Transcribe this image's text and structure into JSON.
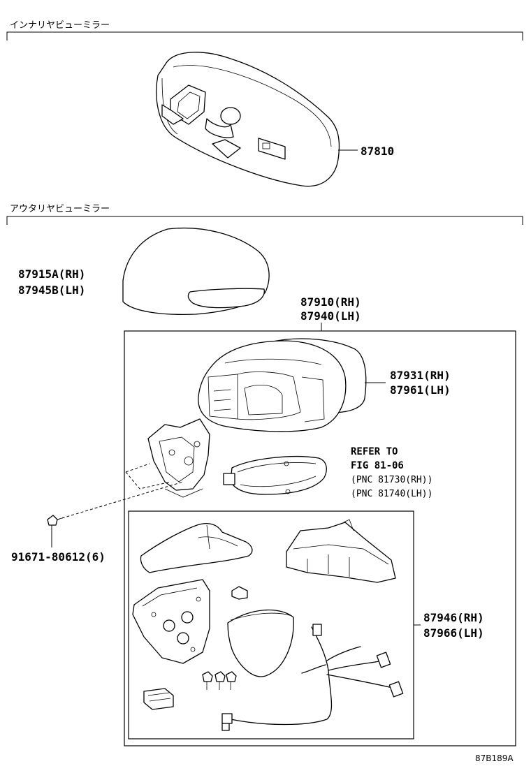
{
  "sections": {
    "inner": "インナリヤビューミラー",
    "outer": "アウタリヤビューミラー"
  },
  "labels": {
    "p87810": "87810",
    "p87915a": "87915A(RH)",
    "p87945b": "87945B(LH)",
    "p87910": "87910(RH)",
    "p87940": "87940(LH)",
    "p87931": "87931(RH)",
    "p87961": "87961(LH)",
    "p87946": "87946(RH)",
    "p87966": "87966(LH)",
    "p91671": "91671-80612(6)"
  },
  "refer": {
    "line1": "REFER TO",
    "line2": "FIG 81-06",
    "line3": "(PNC 81730(RH))",
    "line4": "(PNC 81740(LH))"
  },
  "figure_code": "87B189A"
}
